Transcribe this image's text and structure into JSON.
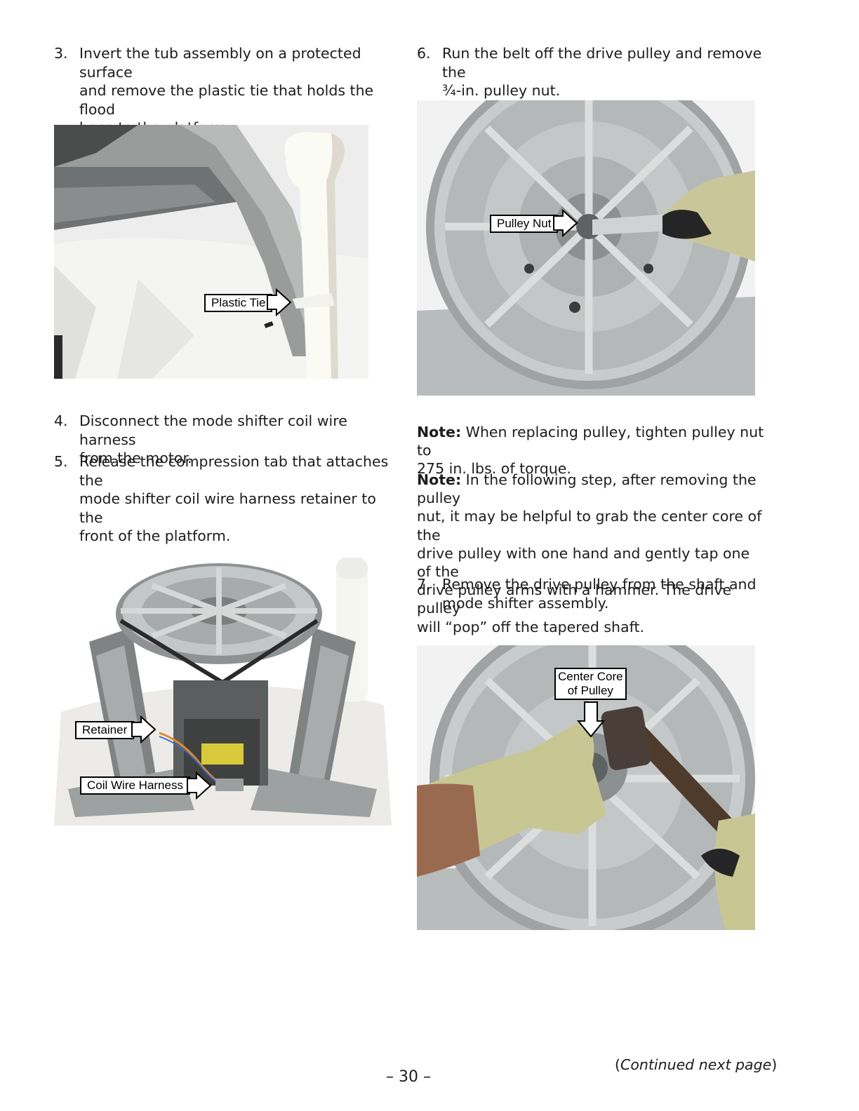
{
  "steps": {
    "s3": {
      "num": "3.",
      "lines": [
        "Invert the tub assembly on a protected surface",
        "and remove the plastic tie that holds the flood",
        "hose to the platform."
      ]
    },
    "s4": {
      "num": "4.",
      "lines": [
        "Disconnect the mode shifter coil wire harness",
        "from the motor."
      ]
    },
    "s5": {
      "num": "5.",
      "lines": [
        "Release the compression tab that attaches the",
        "mode shifter coil wire harness retainer to the",
        "front of the platform."
      ]
    },
    "s6": {
      "num": "6.",
      "lines": [
        "Run the belt off the drive pulley and remove the",
        "¾-in. pulley nut."
      ]
    },
    "s7": {
      "num": "7.",
      "lines": [
        "Remove the drive pulley from the shaft and",
        "mode shifter assembly."
      ]
    }
  },
  "notes": {
    "n1": {
      "label": "Note:",
      "lines": [
        " When replacing pulley, tighten pulley nut to",
        "275 in. lbs. of torque."
      ]
    },
    "n2": {
      "label": "Note:",
      "lines": [
        " In the following step, after removing the pulley",
        "nut, it may be helpful to grab the center core of the",
        "drive pulley with one hand and gently tap one of the",
        "drive pulley arms with a hammer. The drive pulley",
        "will “pop” off the tapered shaft."
      ]
    }
  },
  "callouts": {
    "plastic_tie": "Plastic Tie",
    "pulley_nut": "Pulley Nut",
    "retainer": "Retainer",
    "coil_wire_harness": "Coil Wire Harness",
    "center_core_line1": "Center Core",
    "center_core_line2": "of Pulley"
  },
  "footer": {
    "page_number": "– 30 –",
    "continued": "Continued next page",
    "open_paren": "(",
    "close_paren": ")"
  }
}
